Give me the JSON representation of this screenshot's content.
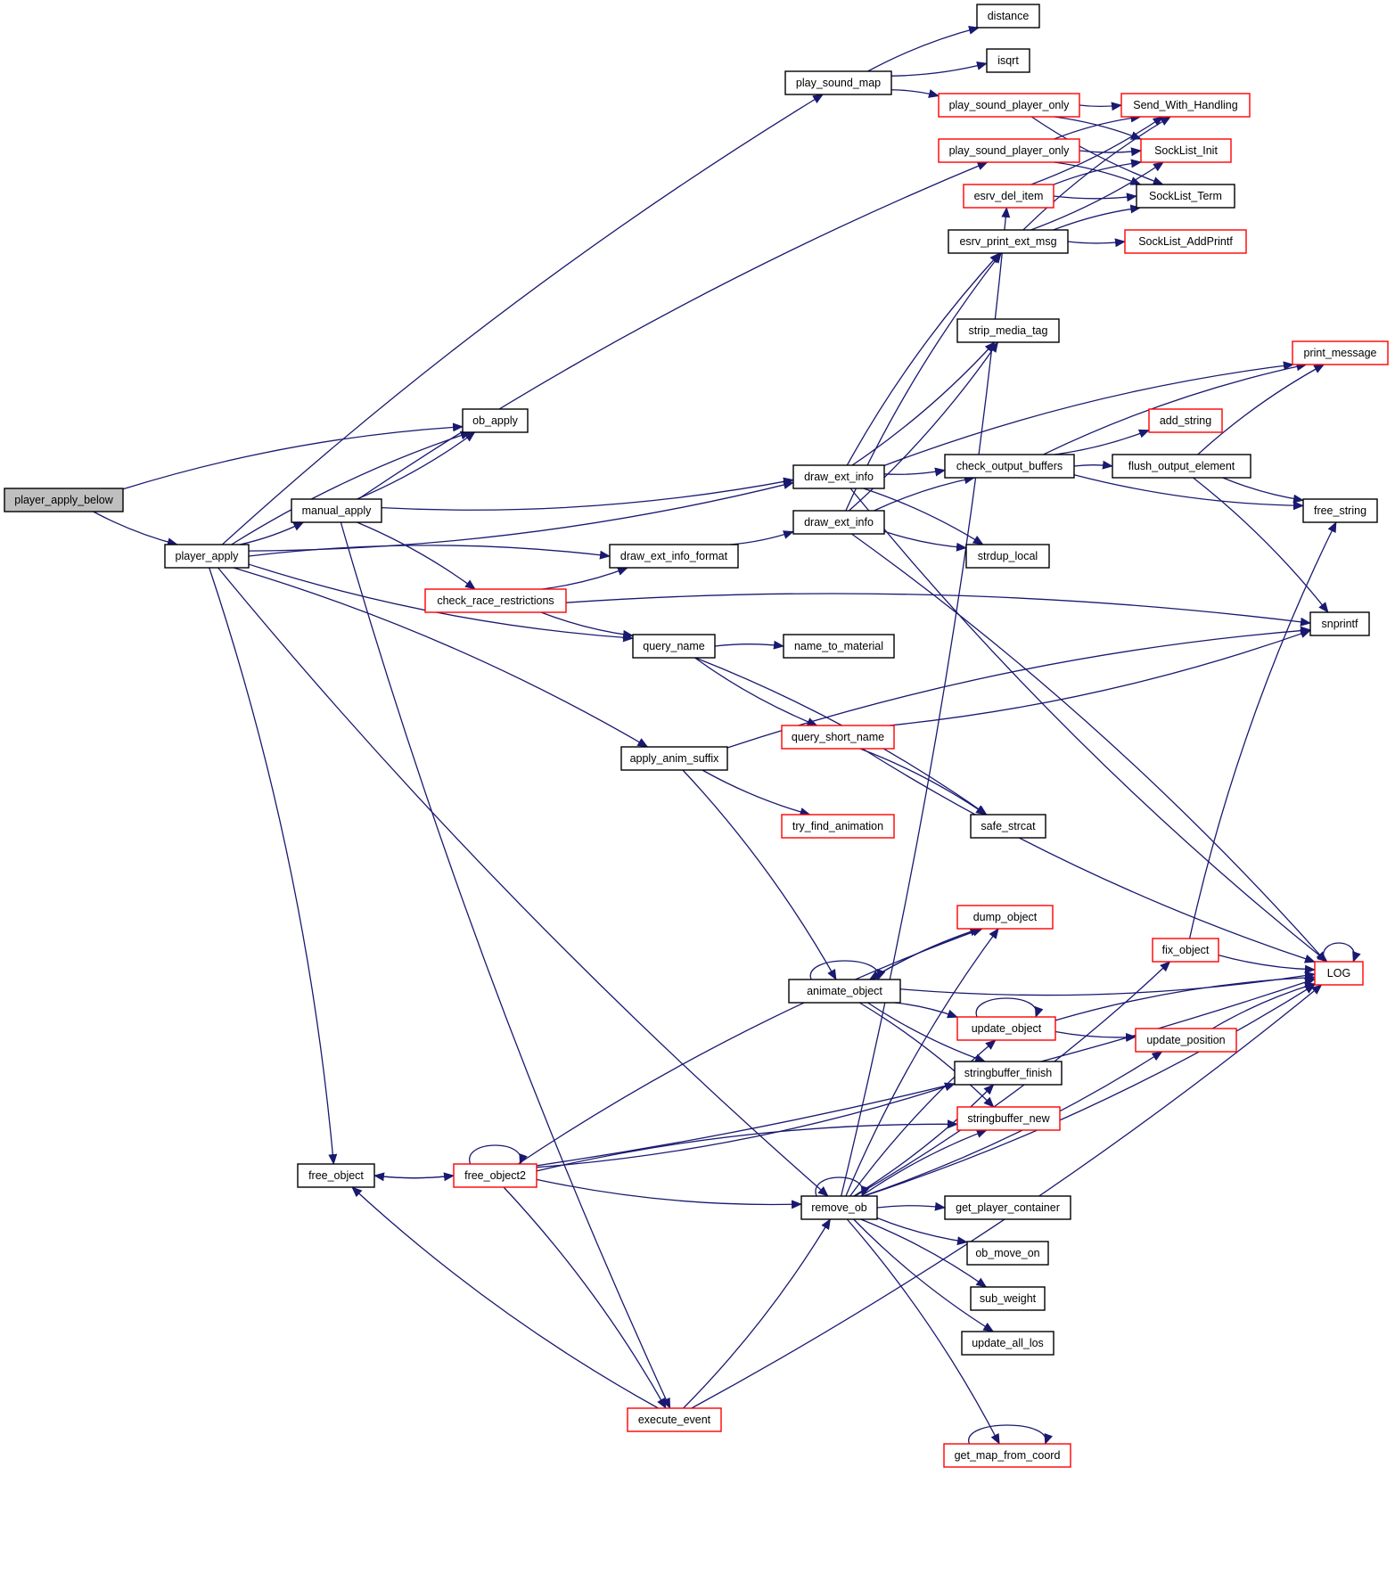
{
  "diagram": {
    "type": "call-graph",
    "colors": {
      "edge": "#191970",
      "root_fill": "#bfbfbf",
      "node_border_documented": "#000000",
      "node_border_truncated": "#ff0000"
    },
    "nodes": [
      {
        "id": "player_apply_below",
        "label": "player_apply_below",
        "style": "root"
      },
      {
        "id": "player_apply",
        "label": "player_apply",
        "style": "black"
      },
      {
        "id": "manual_apply",
        "label": "manual_apply",
        "style": "black"
      },
      {
        "id": "ob_apply",
        "label": "ob_apply",
        "style": "black"
      },
      {
        "id": "play_sound_map",
        "label": "play_sound_map",
        "style": "black"
      },
      {
        "id": "distance",
        "label": "distance",
        "style": "black"
      },
      {
        "id": "isqrt",
        "label": "isqrt",
        "style": "black"
      },
      {
        "id": "play_sound_player_only_1",
        "label": "play_sound_player_only",
        "style": "red"
      },
      {
        "id": "play_sound_player_only_2",
        "label": "play_sound_player_only",
        "style": "red"
      },
      {
        "id": "Send_With_Handling",
        "label": "Send_With_Handling",
        "style": "red"
      },
      {
        "id": "SockList_Init",
        "label": "SockList_Init",
        "style": "red"
      },
      {
        "id": "esrv_del_item",
        "label": "esrv_del_item",
        "style": "red"
      },
      {
        "id": "SockList_Term",
        "label": "SockList_Term",
        "style": "black"
      },
      {
        "id": "esrv_print_ext_msg",
        "label": "esrv_print_ext_msg",
        "style": "black"
      },
      {
        "id": "SockList_AddPrintf",
        "label": "SockList_AddPrintf",
        "style": "red"
      },
      {
        "id": "strip_media_tag",
        "label": "strip_media_tag",
        "style": "black"
      },
      {
        "id": "print_message",
        "label": "print_message",
        "style": "red"
      },
      {
        "id": "add_string",
        "label": "add_string",
        "style": "red"
      },
      {
        "id": "draw_ext_info_1",
        "label": "draw_ext_info",
        "style": "black"
      },
      {
        "id": "check_output_buffers",
        "label": "check_output_buffers",
        "style": "black"
      },
      {
        "id": "flush_output_element",
        "label": "flush_output_element",
        "style": "black"
      },
      {
        "id": "free_string",
        "label": "free_string",
        "style": "black"
      },
      {
        "id": "draw_ext_info_2",
        "label": "draw_ext_info",
        "style": "black"
      },
      {
        "id": "draw_ext_info_format",
        "label": "draw_ext_info_format",
        "style": "black"
      },
      {
        "id": "strdup_local",
        "label": "strdup_local",
        "style": "black"
      },
      {
        "id": "check_race_restrictions",
        "label": "check_race_restrictions",
        "style": "red"
      },
      {
        "id": "snprintf",
        "label": "snprintf",
        "style": "black"
      },
      {
        "id": "query_name",
        "label": "query_name",
        "style": "black"
      },
      {
        "id": "name_to_material",
        "label": "name_to_material",
        "style": "black"
      },
      {
        "id": "query_short_name",
        "label": "query_short_name",
        "style": "red"
      },
      {
        "id": "apply_anim_suffix",
        "label": "apply_anim_suffix",
        "style": "black"
      },
      {
        "id": "try_find_animation",
        "label": "try_find_animation",
        "style": "red"
      },
      {
        "id": "safe_strcat",
        "label": "safe_strcat",
        "style": "black"
      },
      {
        "id": "dump_object",
        "label": "dump_object",
        "style": "red"
      },
      {
        "id": "fix_object",
        "label": "fix_object",
        "style": "red"
      },
      {
        "id": "LOG",
        "label": "LOG",
        "style": "red"
      },
      {
        "id": "animate_object",
        "label": "animate_object",
        "style": "black"
      },
      {
        "id": "update_object",
        "label": "update_object",
        "style": "red"
      },
      {
        "id": "update_position",
        "label": "update_position",
        "style": "red"
      },
      {
        "id": "stringbuffer_finish",
        "label": "stringbuffer_finish",
        "style": "black"
      },
      {
        "id": "stringbuffer_new",
        "label": "stringbuffer_new",
        "style": "red"
      },
      {
        "id": "free_object",
        "label": "free_object",
        "style": "black"
      },
      {
        "id": "free_object2",
        "label": "free_object2",
        "style": "red"
      },
      {
        "id": "remove_ob",
        "label": "remove_ob",
        "style": "black"
      },
      {
        "id": "get_player_container",
        "label": "get_player_container",
        "style": "black"
      },
      {
        "id": "ob_move_on",
        "label": "ob_move_on",
        "style": "black"
      },
      {
        "id": "sub_weight",
        "label": "sub_weight",
        "style": "black"
      },
      {
        "id": "update_all_los",
        "label": "update_all_los",
        "style": "black"
      },
      {
        "id": "get_map_from_coord",
        "label": "get_map_from_coord",
        "style": "red"
      },
      {
        "id": "execute_event",
        "label": "execute_event",
        "style": "red"
      }
    ],
    "edges": [
      [
        "player_apply_below",
        "ob_apply"
      ],
      [
        "player_apply_below",
        "player_apply"
      ],
      [
        "player_apply",
        "play_sound_map"
      ],
      [
        "player_apply",
        "draw_ext_info_1"
      ],
      [
        "player_apply",
        "ob_apply"
      ],
      [
        "player_apply",
        "manual_apply"
      ],
      [
        "player_apply",
        "draw_ext_info_format"
      ],
      [
        "player_apply",
        "query_name"
      ],
      [
        "player_apply",
        "apply_anim_suffix"
      ],
      [
        "player_apply",
        "remove_ob"
      ],
      [
        "player_apply",
        "free_object"
      ],
      [
        "manual_apply",
        "ob_apply"
      ],
      [
        "manual_apply",
        "play_sound_player_only_2"
      ],
      [
        "manual_apply",
        "draw_ext_info_1"
      ],
      [
        "manual_apply",
        "check_race_restrictions"
      ],
      [
        "manual_apply",
        "execute_event"
      ],
      [
        "play_sound_map",
        "distance"
      ],
      [
        "play_sound_map",
        "isqrt"
      ],
      [
        "play_sound_map",
        "play_sound_player_only_1"
      ],
      [
        "play_sound_player_only_1",
        "Send_With_Handling"
      ],
      [
        "play_sound_player_only_1",
        "SockList_Init"
      ],
      [
        "play_sound_player_only_1",
        "SockList_Term"
      ],
      [
        "play_sound_player_only_2",
        "Send_With_Handling"
      ],
      [
        "play_sound_player_only_2",
        "SockList_Init"
      ],
      [
        "play_sound_player_only_2",
        "SockList_Term"
      ],
      [
        "esrv_del_item",
        "Send_With_Handling"
      ],
      [
        "esrv_del_item",
        "SockList_Init"
      ],
      [
        "esrv_del_item",
        "SockList_Term"
      ],
      [
        "esrv_print_ext_msg",
        "Send_With_Handling"
      ],
      [
        "esrv_print_ext_msg",
        "SockList_Init"
      ],
      [
        "esrv_print_ext_msg",
        "SockList_Term"
      ],
      [
        "esrv_print_ext_msg",
        "SockList_AddPrintf"
      ],
      [
        "draw_ext_info_1",
        "esrv_print_ext_msg"
      ],
      [
        "draw_ext_info_1",
        "strip_media_tag"
      ],
      [
        "draw_ext_info_1",
        "print_message"
      ],
      [
        "draw_ext_info_1",
        "check_output_buffers"
      ],
      [
        "draw_ext_info_1",
        "strdup_local"
      ],
      [
        "draw_ext_info_1",
        "LOG"
      ],
      [
        "draw_ext_info_2",
        "esrv_print_ext_msg"
      ],
      [
        "draw_ext_info_2",
        "strip_media_tag"
      ],
      [
        "draw_ext_info_2",
        "check_output_buffers"
      ],
      [
        "draw_ext_info_2",
        "strdup_local"
      ],
      [
        "draw_ext_info_2",
        "LOG"
      ],
      [
        "draw_ext_info_format",
        "draw_ext_info_2"
      ],
      [
        "check_output_buffers",
        "print_message"
      ],
      [
        "check_output_buffers",
        "add_string"
      ],
      [
        "check_output_buffers",
        "flush_output_element"
      ],
      [
        "check_output_buffers",
        "free_string"
      ],
      [
        "flush_output_element",
        "print_message"
      ],
      [
        "flush_output_element",
        "free_string"
      ],
      [
        "flush_output_element",
        "snprintf"
      ],
      [
        "check_race_restrictions",
        "draw_ext_info_format"
      ],
      [
        "check_race_restrictions",
        "snprintf"
      ],
      [
        "check_race_restrictions",
        "query_name"
      ],
      [
        "query_name",
        "name_to_material"
      ],
      [
        "query_name",
        "query_short_name"
      ],
      [
        "query_name",
        "safe_strcat"
      ],
      [
        "query_short_name",
        "snprintf"
      ],
      [
        "query_short_name",
        "safe_strcat"
      ],
      [
        "query_short_name",
        "LOG"
      ],
      [
        "apply_anim_suffix",
        "snprintf"
      ],
      [
        "apply_anim_suffix",
        "try_find_animation"
      ],
      [
        "apply_anim_suffix",
        "animate_object"
      ],
      [
        "animate_object",
        "animate_object"
      ],
      [
        "animate_object",
        "dump_object"
      ],
      [
        "animate_object",
        "LOG"
      ],
      [
        "animate_object",
        "update_object"
      ],
      [
        "animate_object",
        "stringbuffer_finish"
      ],
      [
        "animate_object",
        "stringbuffer_new"
      ],
      [
        "dump_object",
        "animate_object"
      ],
      [
        "fix_object",
        "free_string"
      ],
      [
        "fix_object",
        "LOG"
      ],
      [
        "LOG",
        "LOG"
      ],
      [
        "update_object",
        "update_object"
      ],
      [
        "update_object",
        "LOG"
      ],
      [
        "update_object",
        "update_position"
      ],
      [
        "update_position",
        "LOG"
      ],
      [
        "free_object",
        "free_object2"
      ],
      [
        "free_object2",
        "free_object"
      ],
      [
        "free_object2",
        "free_object2"
      ],
      [
        "free_object2",
        "dump_object"
      ],
      [
        "free_object2",
        "stringbuffer_finish"
      ],
      [
        "free_object2",
        "stringbuffer_new"
      ],
      [
        "free_object2",
        "remove_ob"
      ],
      [
        "free_object2",
        "execute_event"
      ],
      [
        "free_object2",
        "LOG"
      ],
      [
        "remove_ob",
        "remove_ob"
      ],
      [
        "remove_ob",
        "esrv_del_item"
      ],
      [
        "remove_ob",
        "dump_object"
      ],
      [
        "remove_ob",
        "fix_object"
      ],
      [
        "remove_ob",
        "update_object"
      ],
      [
        "remove_ob",
        "stringbuffer_finish"
      ],
      [
        "remove_ob",
        "stringbuffer_new"
      ],
      [
        "remove_ob",
        "update_position"
      ],
      [
        "remove_ob",
        "get_player_container"
      ],
      [
        "remove_ob",
        "ob_move_on"
      ],
      [
        "remove_ob",
        "sub_weight"
      ],
      [
        "remove_ob",
        "update_all_los"
      ],
      [
        "remove_ob",
        "get_map_from_coord"
      ],
      [
        "remove_ob",
        "LOG"
      ],
      [
        "get_map_from_coord",
        "get_map_from_coord"
      ],
      [
        "execute_event",
        "remove_ob"
      ],
      [
        "execute_event",
        "free_object"
      ],
      [
        "execute_event",
        "LOG"
      ]
    ]
  }
}
